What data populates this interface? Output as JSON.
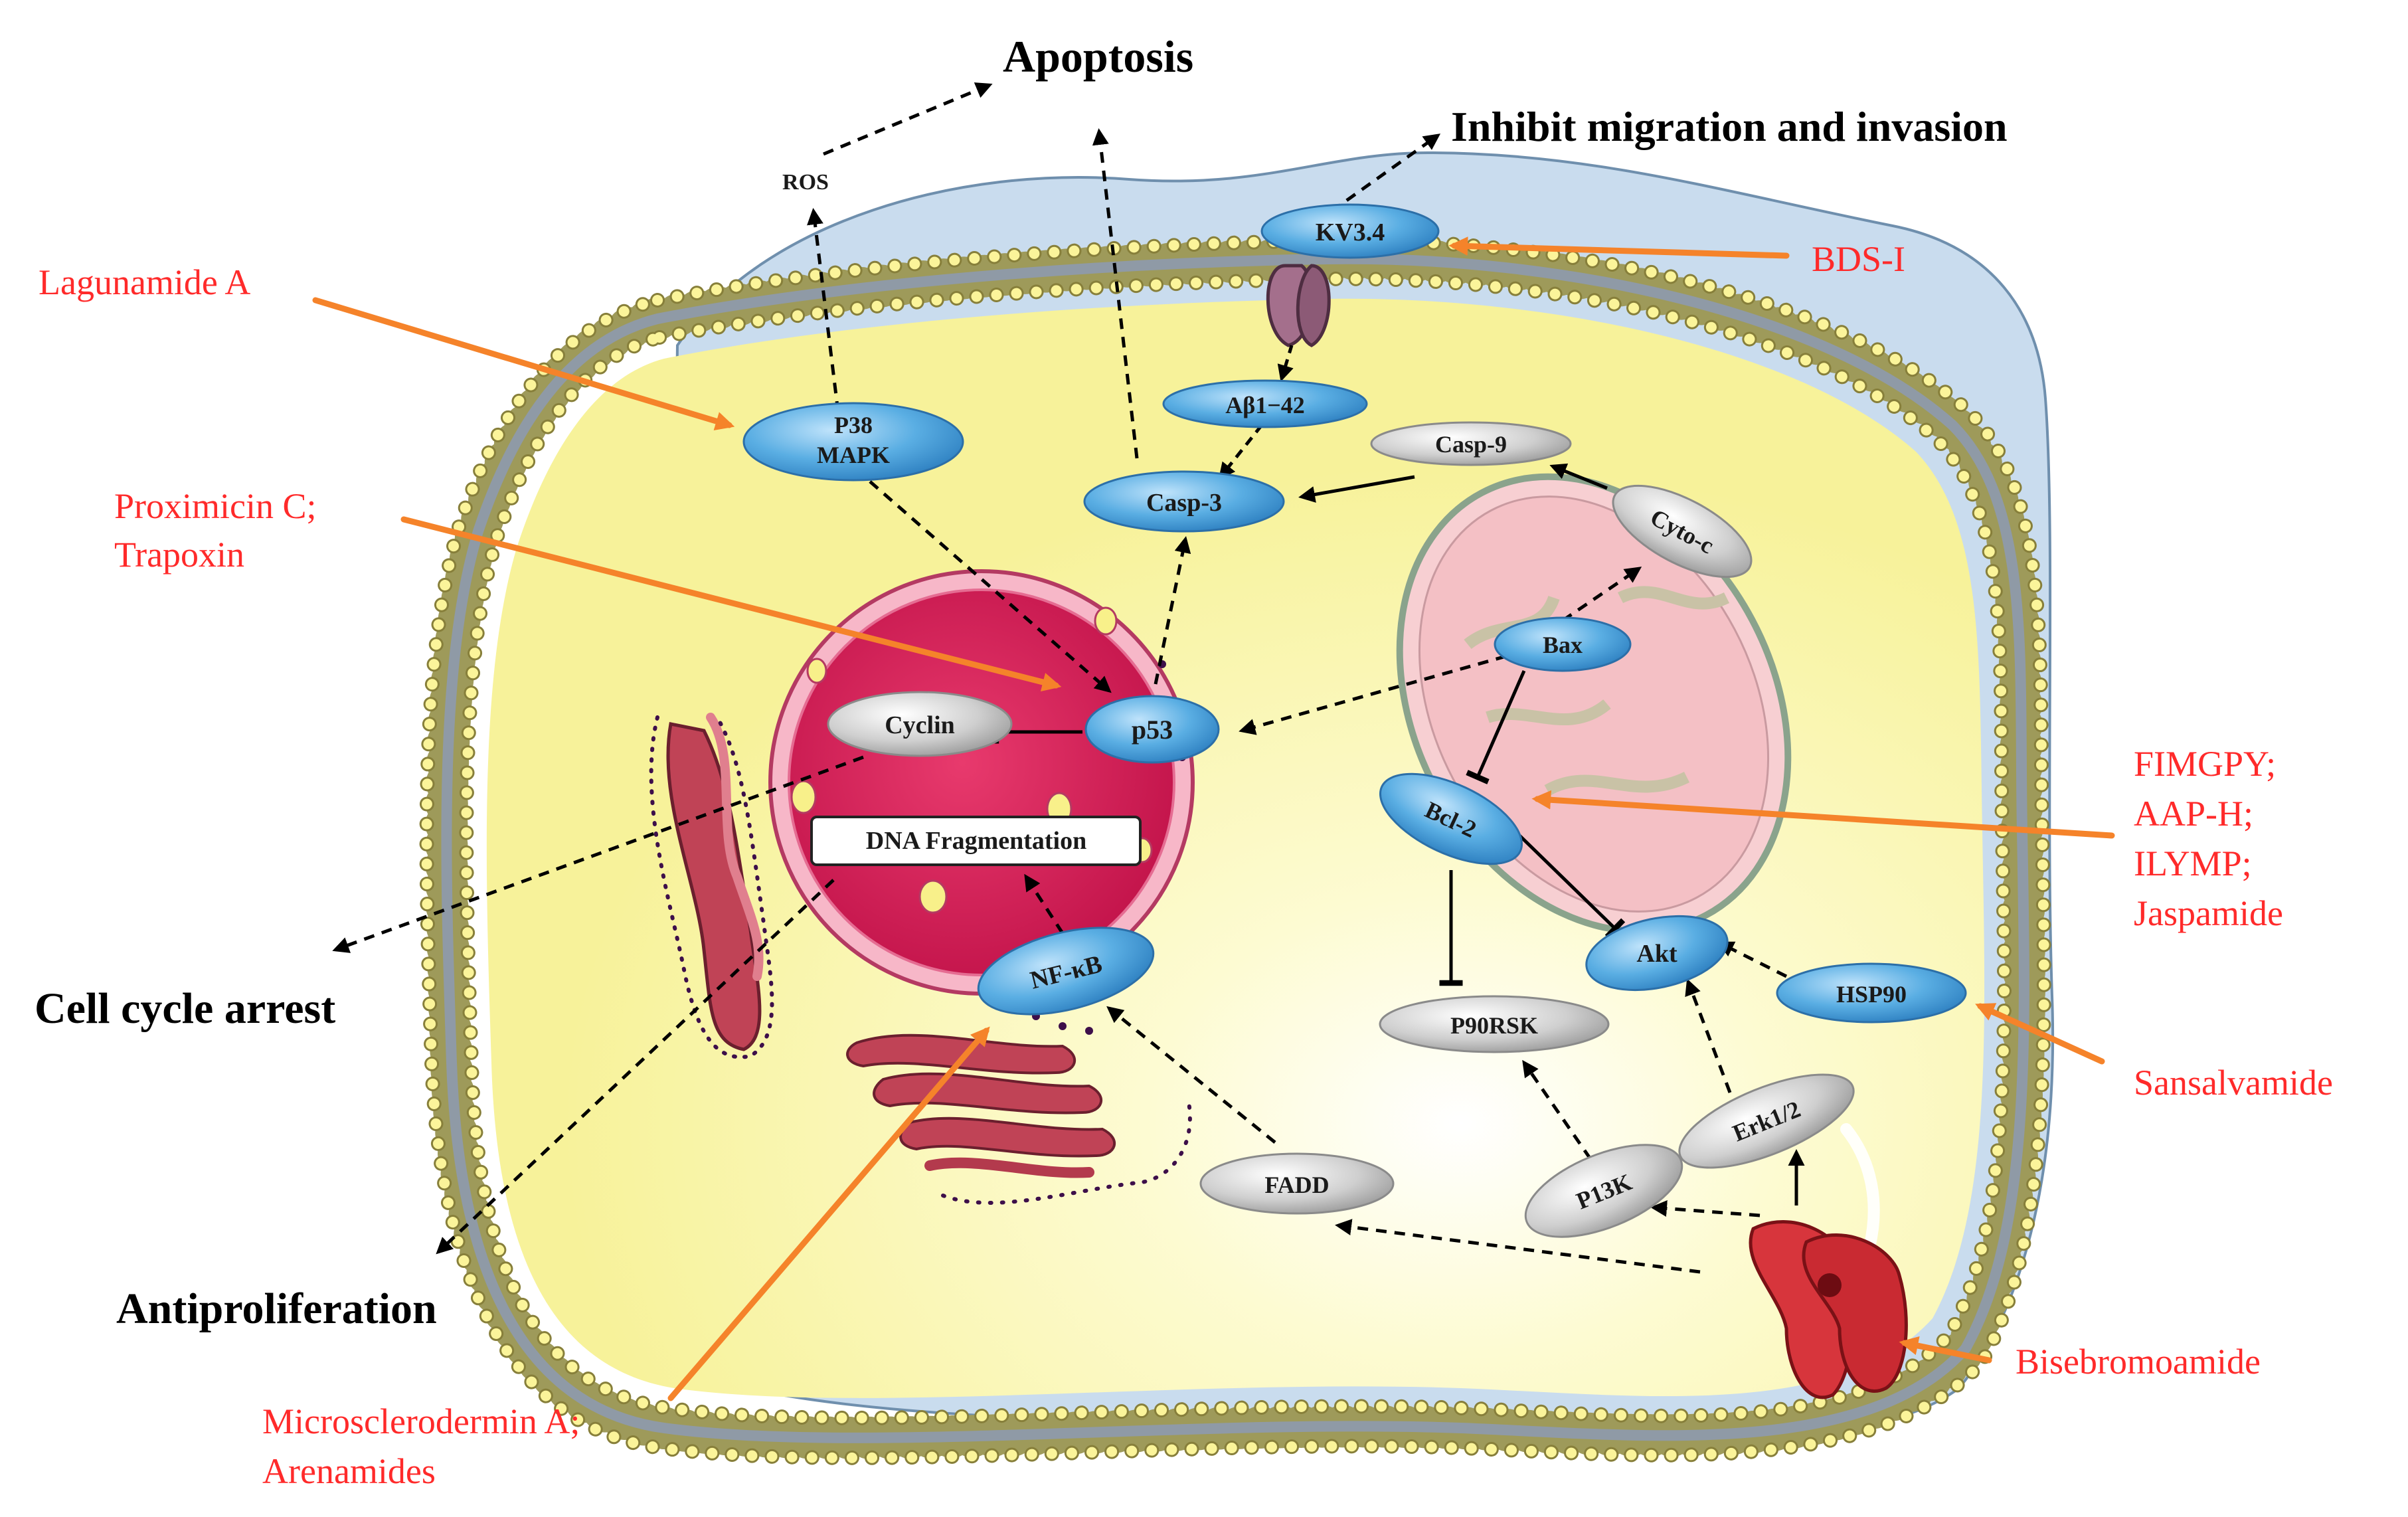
{
  "outcomes": {
    "apoptosis": "Apoptosis",
    "migration": "Inhibit migration and invasion",
    "cell_cycle": "Cell cycle arrest",
    "antiproliferation": "Antiproliferation"
  },
  "compounds": {
    "lagunamide": "Lagunamide A",
    "proximicin_1": "Proximicin C;",
    "proximicin_2": "Trapoxin",
    "bds": "BDS-I",
    "fimgpy": "FIMGPY;",
    "aaph": "AAP-H;",
    "ilymp": "ILYMP;",
    "jaspamide": "Jaspamide",
    "sansalvamide": "Sansalvamide",
    "bisebromoamide": "Bisebromoamide",
    "microsclerodermin_1": "Microsclerodermin A;",
    "microsclerodermin_2": "Arenamides"
  },
  "molecules": {
    "ros": "ROS",
    "p38_1": "P38",
    "p38_2": "MAPK",
    "kv34": "KV3.4",
    "abeta": "Aβ1−42",
    "casp9": "Casp-9",
    "casp3": "Casp-3",
    "cytoc": "Cyto-c",
    "bax": "Bax",
    "cyclin": "Cyclin",
    "p53": "p53",
    "dna": "DNA Fragmentation",
    "nfkb": "NF-κB",
    "bcl2": "Bcl-2",
    "akt": "Akt",
    "hsp90": "HSP90",
    "p90rsk": "P90RSK",
    "erk": "Erk1/2",
    "pi3k": "P13K",
    "fadd": "FADD"
  },
  "colors": {
    "compound_text": "#ff2a2a",
    "compound_arrow": "#f5832a",
    "blue_node": "#5aaee3",
    "gray_node": "#bdbdbd",
    "nucleus": "#d81b55",
    "cytoplasm": "#fbf8a8",
    "extracellular": "#c9dcee"
  }
}
